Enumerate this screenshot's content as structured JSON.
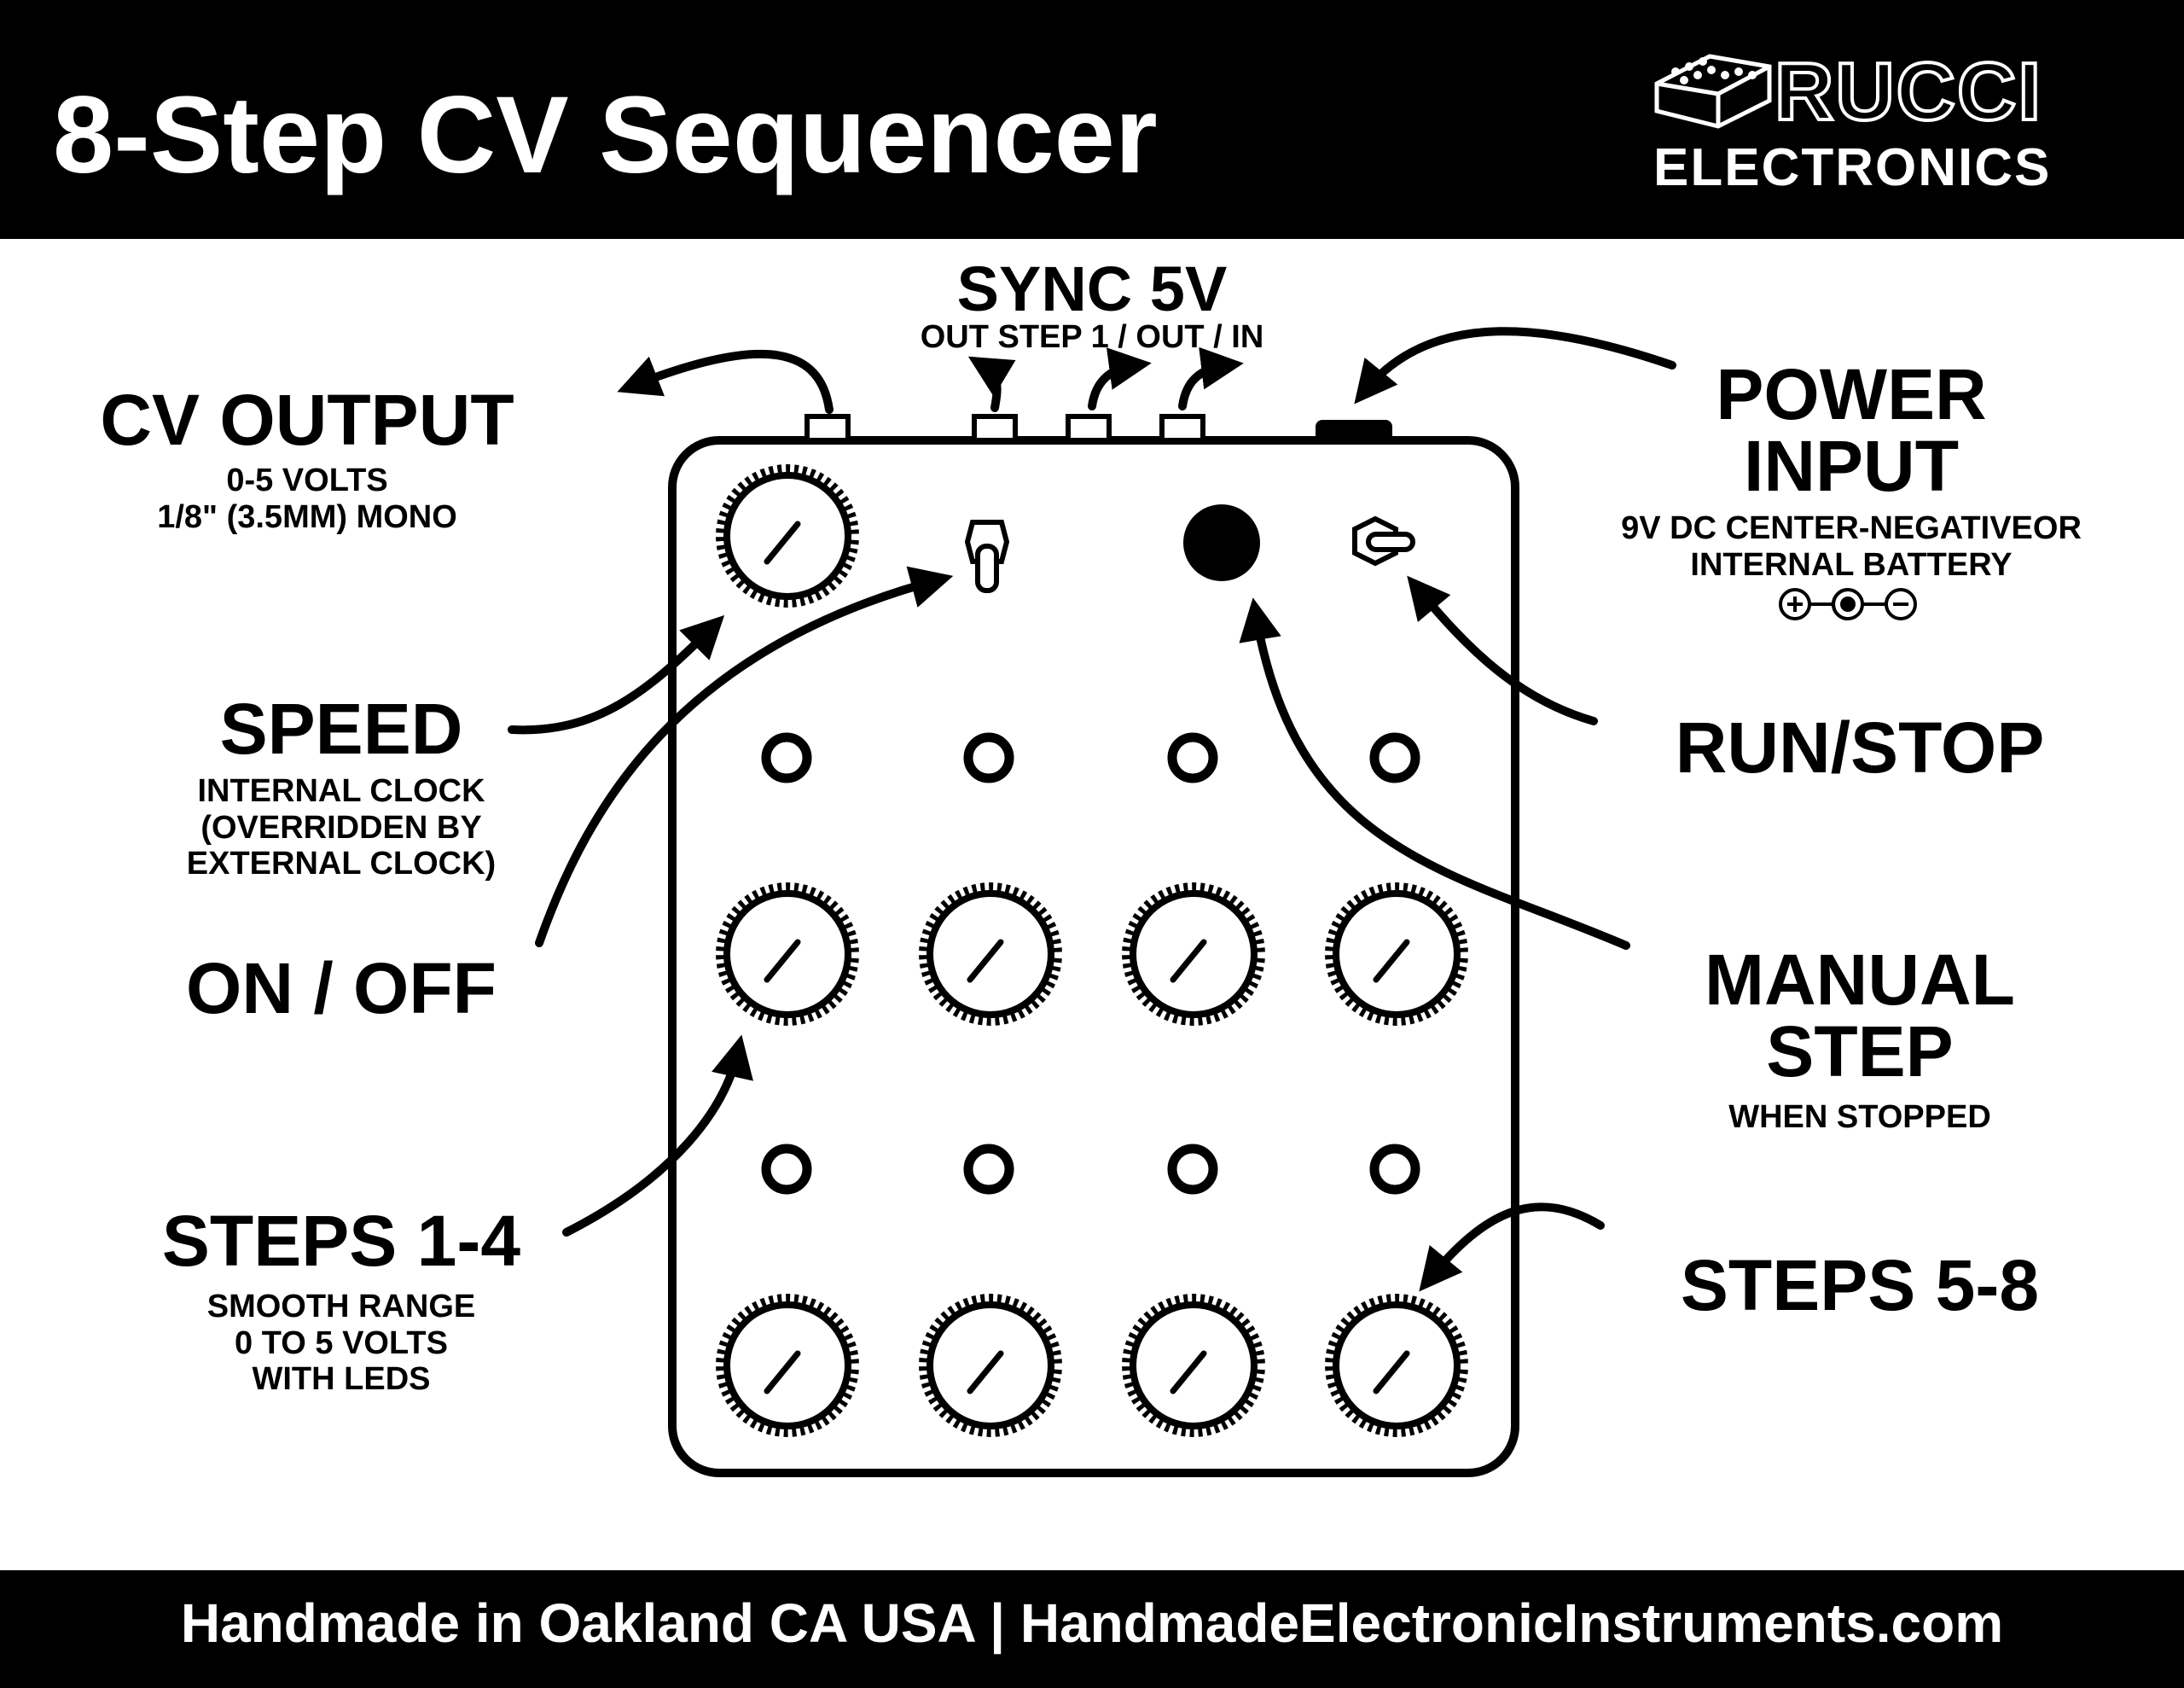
{
  "header": {
    "title": "8-Step CV Sequencer",
    "brand_top": "RUCCI",
    "brand_bottom": "ELECTRONICS"
  },
  "labels": {
    "sync": {
      "title": "SYNC 5V",
      "sub": "OUT STEP 1 / OUT / IN"
    },
    "cv_output": {
      "title": "CV OUTPUT",
      "sub1": "0-5 VOLTS",
      "sub2": "1/8\" (3.5MM) MONO"
    },
    "speed": {
      "title": "SPEED",
      "sub1": "INTERNAL CLOCK",
      "sub2": "(OVERRIDDEN BY",
      "sub3": "EXTERNAL CLOCK)"
    },
    "on_off": {
      "title": "ON / OFF"
    },
    "steps_1_4": {
      "title": "STEPS 1-4",
      "sub1": "SMOOTH RANGE",
      "sub2": "0 TO 5 VOLTS",
      "sub3": "WITH LEDS"
    },
    "power": {
      "title1": "POWER",
      "title2": "INPUT",
      "sub1": "9V DC CENTER-NEGATIVEOR",
      "sub2": "INTERNAL BATTERY"
    },
    "run_stop": {
      "title": "RUN/STOP"
    },
    "manual_step": {
      "title1": "MANUAL",
      "title2": "STEP",
      "sub": "WHEN STOPPED"
    },
    "steps_5_8": {
      "title": "STEPS 5-8"
    }
  },
  "footer": {
    "text": "Handmade in Oakland CA USA | HandmadeElectronicInstruments.com"
  },
  "colors": {
    "background": "#ffffff",
    "ink": "#000000",
    "bar_text": "#ffffff"
  },
  "icons": [
    "knob-icon",
    "led-icon",
    "toggle-switch-icon",
    "push-button-icon",
    "footswitch-icon",
    "jack-icon",
    "dc-polarity-icon",
    "rucci-logo-icon"
  ]
}
